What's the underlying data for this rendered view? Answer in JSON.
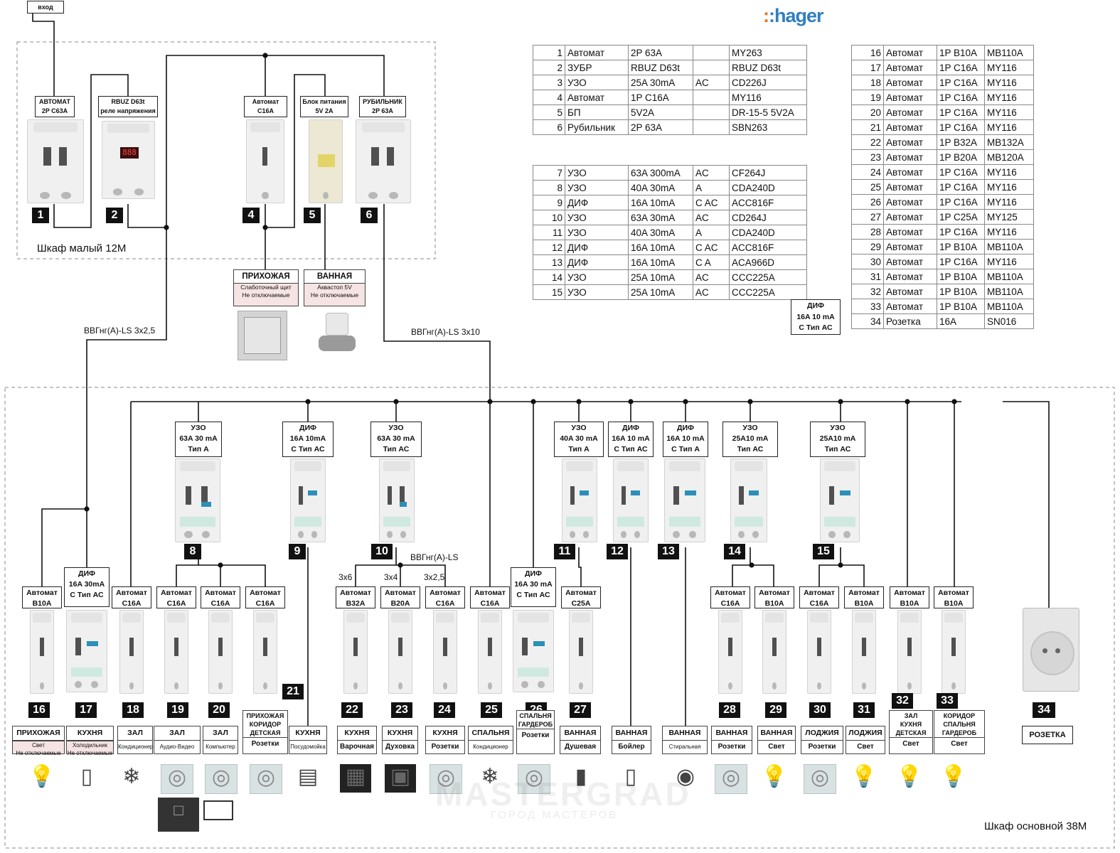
{
  "header": {
    "input_label": "вход",
    "brand": ":hager"
  },
  "small_cabinet": {
    "title": "Шкаф малый 12М",
    "devices": [
      {
        "num": "1",
        "label": "АВТОМАТ\n2P C63A"
      },
      {
        "num": "2",
        "label": "RBUZ D63t\nреле напряжения"
      },
      {
        "num": "4",
        "label": "Автомат\nC16A"
      },
      {
        "num": "5",
        "label": "Блок питания\n5V 2A"
      },
      {
        "num": "6",
        "label": "РУБИЛЬНИК\n2P 63A"
      }
    ],
    "outputs": [
      {
        "title": "ПРИХОЖАЯ",
        "line1": "Слаботочный щит",
        "line2": "Не отключаемые"
      },
      {
        "title": "ВАННАЯ",
        "line1": "Аквастоп 5V",
        "line2": "Не отключаемые"
      }
    ]
  },
  "cables": {
    "left": "ВВГнг(А)-LS 3х2,5",
    "right": "ВВГнг(А)-LS 3х10",
    "group10": "ВВГнг(А)-LS",
    "c3x6": "3х6",
    "c3x4": "3х4",
    "c3x25": "3х2,5"
  },
  "main_cabinet": {
    "title": "Шкаф основной 38М",
    "protectors": [
      {
        "num": "8",
        "label": "УЗО\n63A 30 mA\nТип А"
      },
      {
        "num": "9",
        "label": "ДИФ\n16A 10mA\nС Тип АС"
      },
      {
        "num": "10",
        "label": "УЗО\n63A 30 mA\nТип АС"
      },
      {
        "num": "11",
        "label": "УЗО\n40A 30 mA\nТип А"
      },
      {
        "num": "12",
        "label": "ДИФ\n16A 10 mA\nС Тип АС"
      },
      {
        "num": "13",
        "label": "ДИФ\n16A 10 mA\nС Тип А"
      },
      {
        "num": "14",
        "label": "УЗО\n25A10 mA\nТип АС"
      },
      {
        "num": "15",
        "label": "УЗО\n25A10 mA\nТип АС"
      }
    ],
    "loose_label": "ДИФ\n16A 10 mA\nС Тип АС",
    "breakers": [
      {
        "num": "16",
        "label": "Автомат\nB10A",
        "title": "ПРИХОЖАЯ",
        "sub": "Свет\nНе отключаемые",
        "pink": true,
        "icon": "bulb-icon"
      },
      {
        "num": "17",
        "label": "ДИФ\n16A 30mA\nС Тип АС",
        "title": "КУХНЯ",
        "sub": "Холодильник\nНе отключаемые",
        "pink": true,
        "icon": "fridge-icon"
      },
      {
        "num": "18",
        "label": "Автомат\nC16A",
        "title": "ЗАЛ",
        "sub": "Кондиционер",
        "icon": "aircon-icon"
      },
      {
        "num": "19",
        "label": "Автомат\nC16A",
        "title": "ЗАЛ",
        "sub": "Аудио-Видео",
        "icon": "socket-icon"
      },
      {
        "num": "20",
        "label": "Автомат\nC16A",
        "title": "ЗАЛ",
        "sub": "Компьютер",
        "icon": "socket-icon"
      },
      {
        "num": "21",
        "label": "Автомат\nC16A",
        "title": "ПРИХОЖАЯ\nКОРИДОР\nДЕТСКАЯ",
        "sub": "Розетки",
        "bold": true,
        "icon": "socket-icon"
      },
      {
        "num": "22",
        "label": "Автомат\nB32A",
        "title": "КУХНЯ",
        "sub": "Варочная",
        "bold": true,
        "icon": "hob-icon"
      },
      {
        "num": "23",
        "label": "Автомат\nB20A",
        "title": "КУХНЯ",
        "sub": "Духовка",
        "bold": true,
        "icon": "oven-icon"
      },
      {
        "num": "24",
        "label": "Автомат\nC16A",
        "title": "КУХНЯ",
        "sub": "Розетки",
        "bold": true,
        "icon": "socket-icon"
      },
      {
        "num": "25",
        "label": "Автомат\nC16A",
        "title": "СПАЛЬНЯ",
        "sub": "Кондиционер",
        "icon": "aircon-icon"
      },
      {
        "num": "26",
        "label": "ДИФ\n16A 30 mA\nС Тип АС",
        "title": "СПАЛЬНЯ\nГАРДЕРОБ",
        "sub": "Розетки",
        "bold": true,
        "icon": "socket-icon"
      },
      {
        "num": "27",
        "label": "Автомат\nC25A",
        "title": "ВАННАЯ",
        "sub": "Душевая",
        "bold": true,
        "icon": "shower-icon"
      },
      {
        "num": "28",
        "label": "Автомат\nC16A",
        "title": "ВАННАЯ",
        "sub": "Розетки",
        "bold": true,
        "icon": "socket-icon"
      },
      {
        "num": "29",
        "label": "Автомат\nB10A",
        "title": "ВАННАЯ",
        "sub": "Свет",
        "bold": true,
        "icon": "bulb-icon"
      },
      {
        "num": "30",
        "label": "Автомат\nC16A",
        "title": "ЛОДЖИЯ",
        "sub": "Розетки",
        "bold": true,
        "icon": "socket-icon"
      },
      {
        "num": "31",
        "label": "Автомат\nB10A",
        "title": "ЛОДЖИЯ",
        "sub": "Свет",
        "bold": true,
        "icon": "bulb-icon"
      },
      {
        "num": "32",
        "label": "Автомат\nB10A",
        "title": "ЗАЛ\nКУХНЯ\nДЕТСКАЯ",
        "sub": "Свет",
        "bold": true,
        "icon": "bulb-icon"
      },
      {
        "num": "33",
        "label": "Автомат\nB10A",
        "title": "КОРИДОР\nСПАЛЬНЯ\nГАРДЕРОБ",
        "sub": "Свет",
        "bold": true,
        "icon": "bulb-icon"
      }
    ],
    "rcd_outputs": [
      {
        "title": "КУХНЯ",
        "sub": "Посудомойка",
        "icon": "dishwasher-icon"
      },
      {
        "title": "ВАННАЯ",
        "sub": "Бойлер",
        "bold": true,
        "icon": "boiler-icon"
      },
      {
        "title": "ВАННАЯ",
        "sub": "Стиральная",
        "icon": "washer-icon"
      }
    ],
    "socket": {
      "num": "34",
      "label": "РОЗЕТКА"
    }
  },
  "table1": [
    [
      "1",
      "Автомат",
      "2P 63A",
      "",
      "MY263"
    ],
    [
      "2",
      "ЗУБР",
      "RBUZ D63t",
      "",
      "RBUZ D63t"
    ],
    [
      "3",
      "УЗО",
      "25A 30mA",
      "AC",
      "CD226J"
    ],
    [
      "4",
      "Автомат",
      "1P C16A",
      "",
      "MY116"
    ],
    [
      "5",
      "БП",
      "5V2A",
      "",
      "DR-15-5 5V2A"
    ],
    [
      "6",
      "Рубильник",
      "2P 63A",
      "",
      "SBN263"
    ]
  ],
  "table2": [
    [
      "7",
      "УЗО",
      "63A 300mA",
      "AC",
      "CF264J"
    ],
    [
      "8",
      "УЗО",
      "40A 30mA",
      "A",
      "CDA240D"
    ],
    [
      "9",
      "ДИФ",
      "16A 10mA",
      "C AC",
      "ACC816F"
    ],
    [
      "10",
      "УЗО",
      "63A 30mA",
      "AC",
      "CD264J"
    ],
    [
      "11",
      "УЗО",
      "40A 30mA",
      "A",
      "CDA240D"
    ],
    [
      "12",
      "ДИФ",
      "16A 10mA",
      "C AC",
      "ACC816F"
    ],
    [
      "13",
      "ДИФ",
      "16A 10mA",
      "C A",
      "ACA966D"
    ],
    [
      "14",
      "УЗО",
      "25A 10mA",
      "AC",
      "CCC225A"
    ],
    [
      "15",
      "УЗО",
      "25A 10mA",
      "AC",
      "CCC225A"
    ]
  ],
  "table3": [
    [
      "16",
      "Автомат",
      "1P B10A",
      "MB110A"
    ],
    [
      "17",
      "Автомат",
      "1P C16A",
      "MY116"
    ],
    [
      "18",
      "Автомат",
      "1P C16A",
      "MY116"
    ],
    [
      "19",
      "Автомат",
      "1P C16A",
      "MY116"
    ],
    [
      "20",
      "Автомат",
      "1P C16A",
      "MY116"
    ],
    [
      "21",
      "Автомат",
      "1P C16A",
      "MY116"
    ],
    [
      "22",
      "Автомат",
      "1P B32A",
      "MB132A"
    ],
    [
      "23",
      "Автомат",
      "1P B20A",
      "MB120A"
    ],
    [
      "24",
      "Автомат",
      "1P C16A",
      "MY116"
    ],
    [
      "25",
      "Автомат",
      "1P C16A",
      "MY116"
    ],
    [
      "26",
      "Автомат",
      "1P C16A",
      "MY116"
    ],
    [
      "27",
      "Автомат",
      "1P C25A",
      "MY125"
    ],
    [
      "28",
      "Автомат",
      "1P C16A",
      "MY116"
    ],
    [
      "29",
      "Автомат",
      "1P B10A",
      "MB110A"
    ],
    [
      "30",
      "Автомат",
      "1P C16A",
      "MY116"
    ],
    [
      "31",
      "Автомат",
      "1P B10A",
      "MB110A"
    ],
    [
      "32",
      "Автомат",
      "1P B10A",
      "MB110A"
    ],
    [
      "33",
      "Автомат",
      "1P B10A",
      "MB110A"
    ],
    [
      "34",
      "Розетка",
      "16A",
      "SN016"
    ]
  ],
  "watermark": {
    "line1": "MASTERGRAD",
    "line2": "ГОРОД МАСТЕРОВ"
  },
  "colors": {
    "brand": "#2f7fc1",
    "brand_dot": "#e8721c",
    "pink": "#f6e3e3",
    "line": "#111111"
  }
}
